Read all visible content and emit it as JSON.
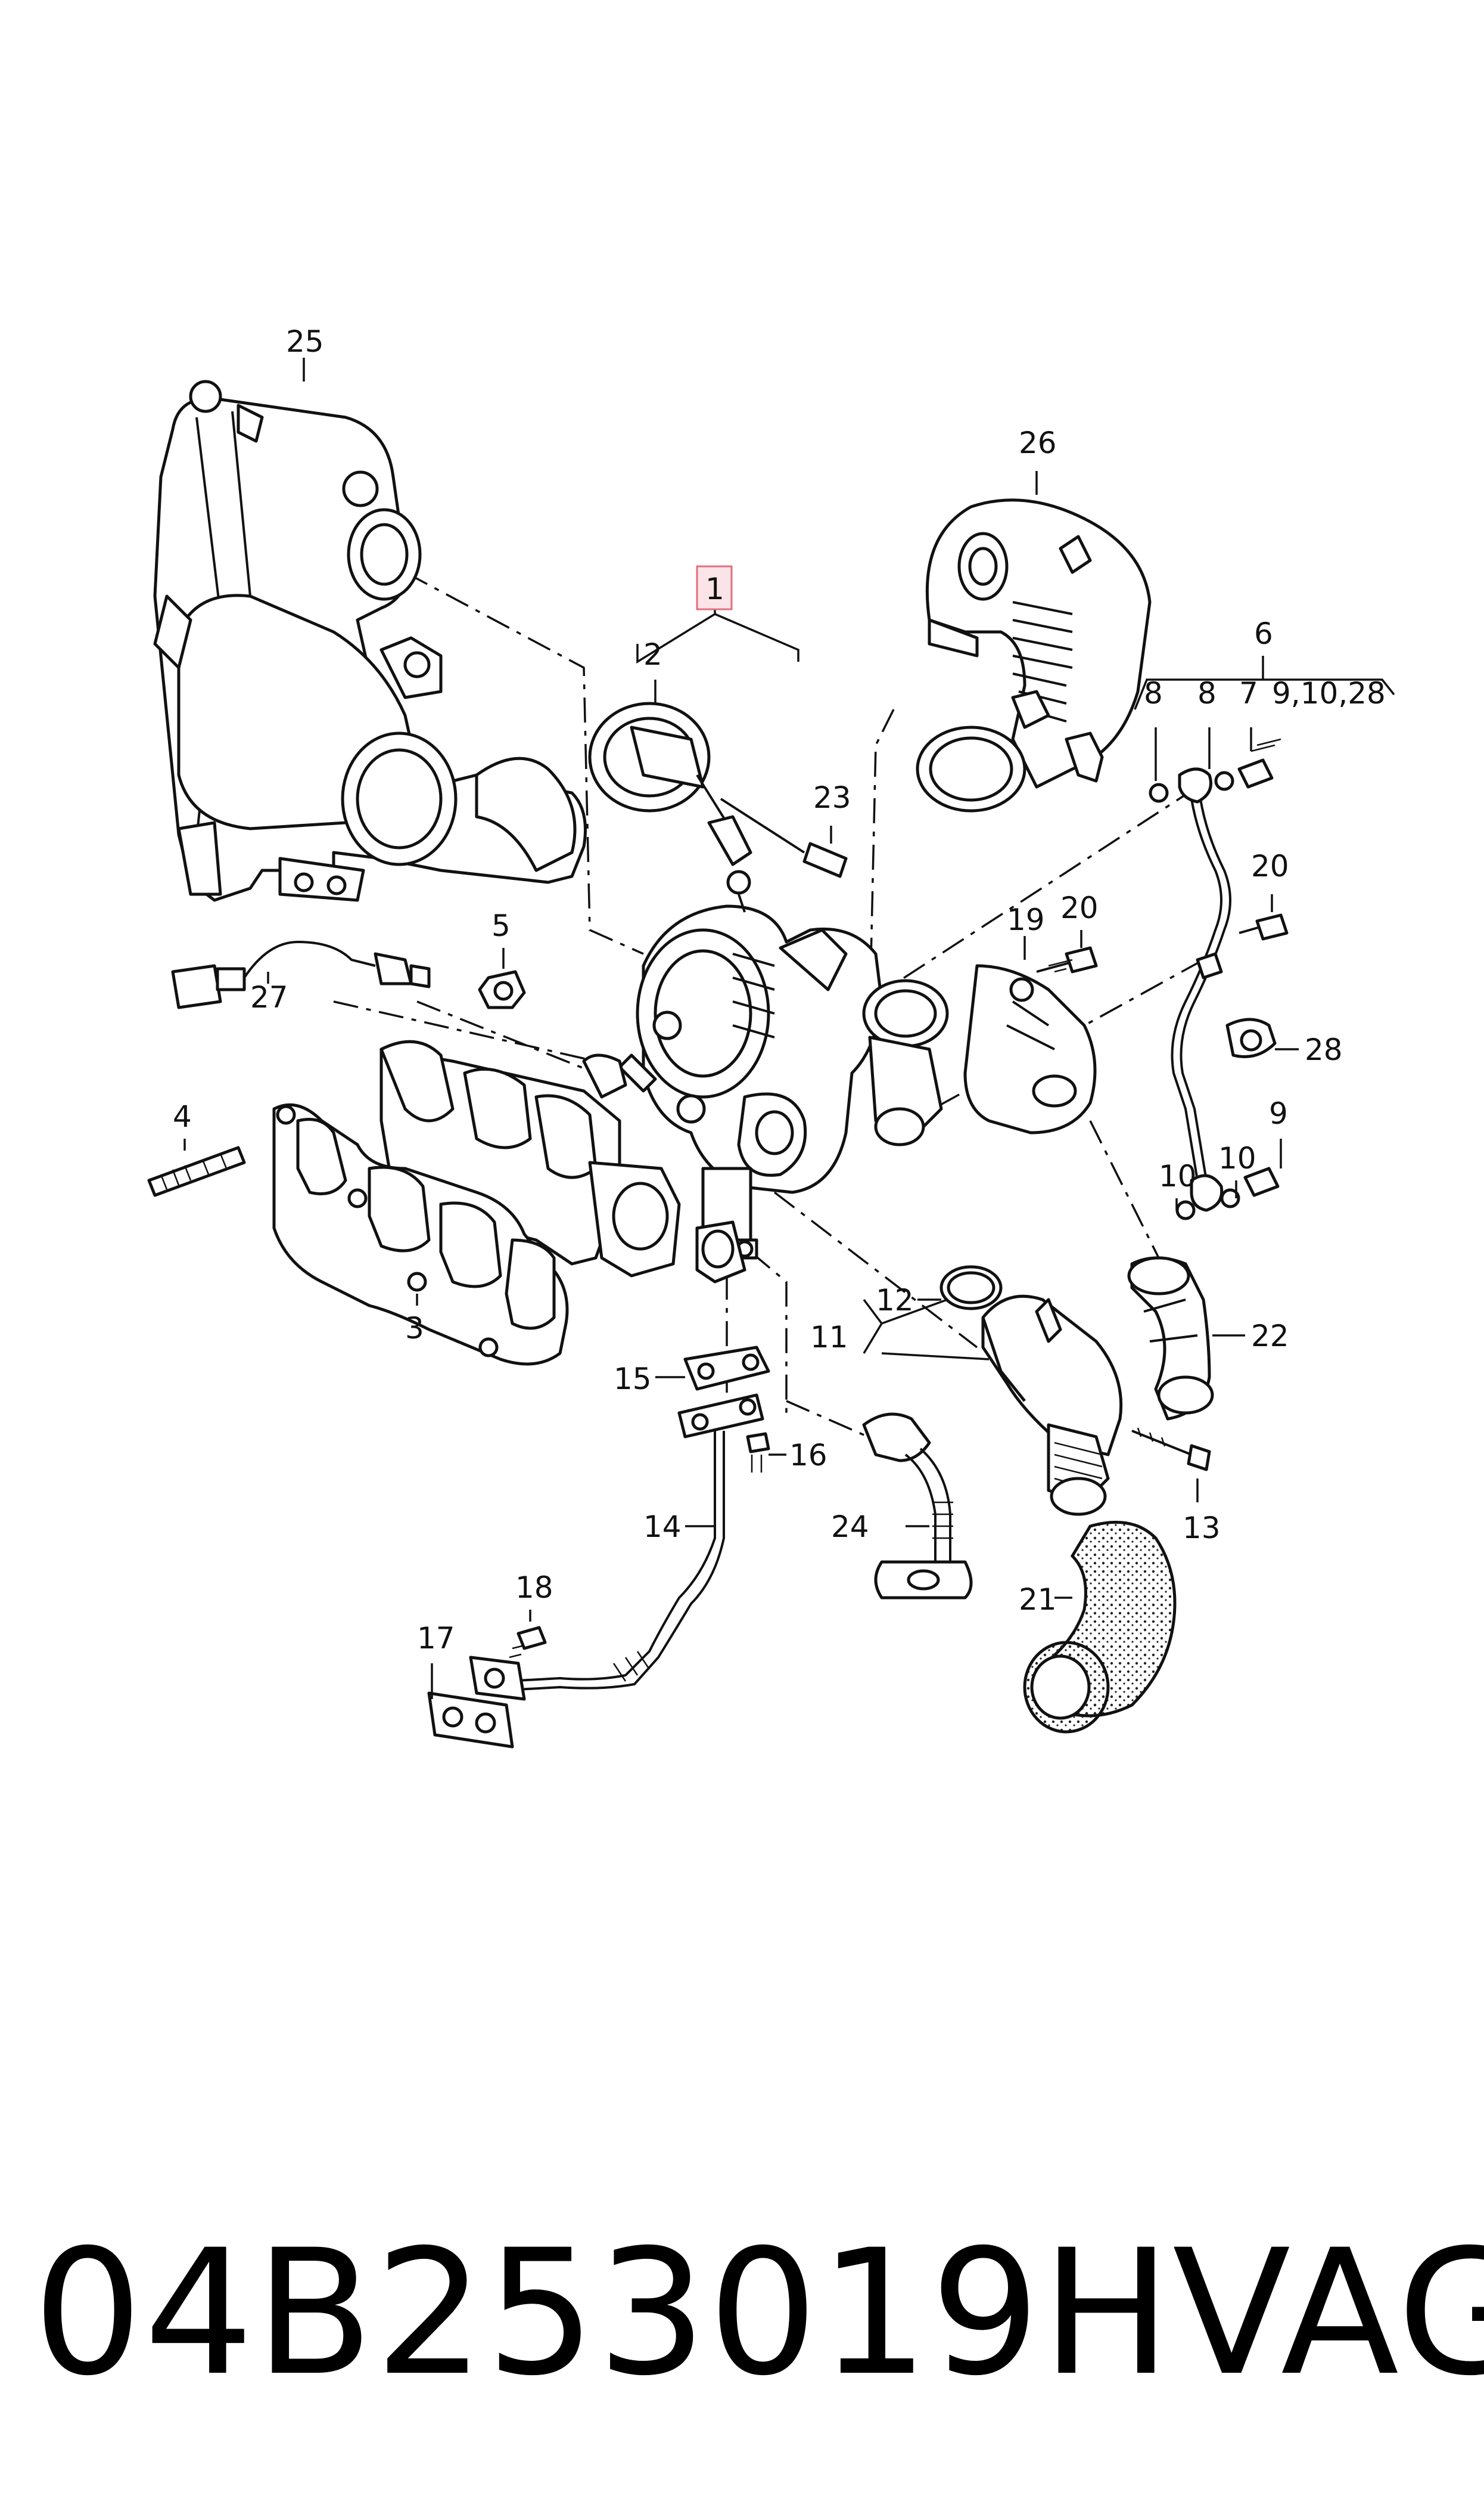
{
  "callouts": {
    "c1": "1",
    "c2": "2",
    "c3": "3",
    "c4": "4",
    "c5": "5",
    "c6": "6",
    "c7": "7",
    "c8a": "8",
    "c8b": "8",
    "c9a": "9,10,28",
    "c9b": "9",
    "c10a": "10",
    "c10b": "10",
    "c11": "11",
    "c12": "12",
    "c13": "13",
    "c14": "14",
    "c15": "15",
    "c16": "16",
    "c17": "17",
    "c18": "18",
    "c19": "19",
    "c20a": "20",
    "c20b": "20",
    "c21": "21",
    "c22": "22",
    "c23": "23",
    "c24": "24",
    "c25": "25",
    "c26": "26",
    "c27": "27",
    "c28": "28"
  },
  "highlight_color": "#e07080",
  "footer": {
    "part_number": "04B253019H",
    "brand": "VAG"
  }
}
